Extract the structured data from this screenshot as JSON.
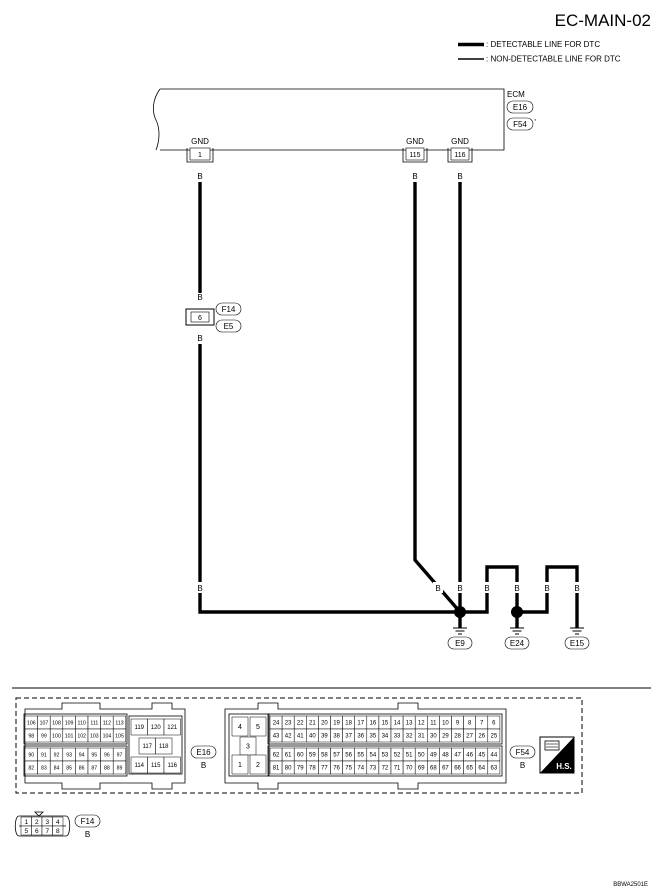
{
  "header": {
    "title": "EC-MAIN-02",
    "legend_thick": ": DETECTABLE LINE FOR DTC",
    "legend_thin": ": NON-DETECTABLE LINE FOR DTC"
  },
  "ecm": {
    "name": "ECM",
    "connector_a": "E16",
    "connector_b": "F54",
    "comma": ",",
    "terminals": [
      {
        "pin": "1",
        "label": "GND"
      },
      {
        "pin": "115",
        "label": "GND"
      },
      {
        "pin": "116",
        "label": "GND"
      }
    ]
  },
  "wire_color": "B",
  "joint": {
    "pin": "6",
    "connector_a": "F14",
    "connector_b": "E5"
  },
  "grounds": [
    "E9",
    "E24",
    "E15"
  ],
  "footer": {
    "connectors": [
      {
        "id": "E16",
        "color": "B"
      },
      {
        "id": "F54",
        "color": "B"
      },
      {
        "id": "F14",
        "color": "B"
      }
    ],
    "hs_label": "H.S.",
    "code": "BBWA2501E"
  },
  "e16_pins": {
    "left_top": [
      [
        "106",
        "107",
        "108",
        "109",
        "110",
        "111",
        "112",
        "113"
      ],
      [
        "98",
        "99",
        "100",
        "101",
        "102",
        "103",
        "104",
        "105"
      ]
    ],
    "left_bottom": [
      [
        "90",
        "91",
        "92",
        "93",
        "94",
        "95",
        "96",
        "97"
      ],
      [
        "82",
        "83",
        "84",
        "85",
        "86",
        "87",
        "88",
        "89"
      ]
    ],
    "right_top": [
      "119",
      "120",
      "121"
    ],
    "right_mid": [
      "117",
      "118"
    ],
    "right_bottom": [
      "114",
      "115",
      "116"
    ]
  },
  "f54_pins": {
    "block_top": [
      [
        "4",
        "5"
      ],
      [
        "3"
      ]
    ],
    "block_bottom": [
      "1",
      "2"
    ],
    "main_top": [
      [
        "24",
        "23",
        "22",
        "21",
        "20",
        "19",
        "18",
        "17",
        "16",
        "15",
        "14",
        "13",
        "12",
        "11",
        "10",
        "9",
        "8",
        "7",
        "6"
      ],
      [
        "43",
        "42",
        "41",
        "40",
        "39",
        "38",
        "37",
        "36",
        "35",
        "34",
        "33",
        "32",
        "31",
        "30",
        "29",
        "28",
        "27",
        "26",
        "25"
      ]
    ],
    "main_bottom": [
      [
        "62",
        "61",
        "60",
        "59",
        "58",
        "57",
        "56",
        "55",
        "54",
        "53",
        "52",
        "51",
        "50",
        "49",
        "48",
        "47",
        "46",
        "45",
        "44"
      ],
      [
        "81",
        "80",
        "79",
        "78",
        "77",
        "76",
        "75",
        "74",
        "73",
        "72",
        "71",
        "70",
        "69",
        "68",
        "67",
        "66",
        "65",
        "64",
        "63"
      ]
    ]
  },
  "f14_pins": [
    [
      "1",
      "2",
      "3",
      "4"
    ],
    [
      "5",
      "6",
      "7",
      "8"
    ]
  ]
}
